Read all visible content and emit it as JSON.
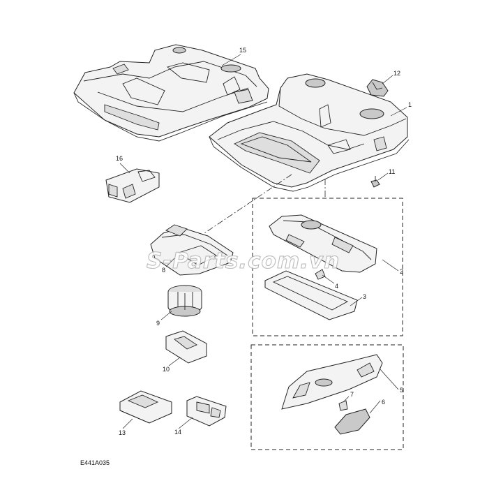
{
  "diagram": {
    "callouts": {
      "c1": "1",
      "c2": "2",
      "c3": "3",
      "c4": "4",
      "c5": "5",
      "c6": "6",
      "c7": "7",
      "c8": "8",
      "c9": "9",
      "c10": "10",
      "c11": "11",
      "c12": "12",
      "c13": "13",
      "c14": "14",
      "c15": "15",
      "c16": "16"
    },
    "figure_code": "E441A035",
    "watermark": "S-Parts.com.vn"
  }
}
